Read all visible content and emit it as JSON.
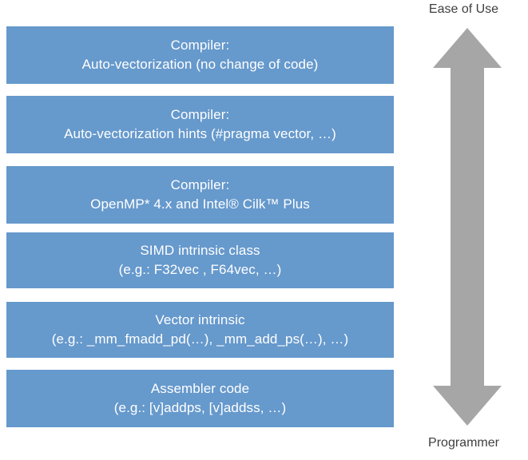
{
  "diagram": {
    "title_top": "Ease of Use",
    "title_bottom": "Programmer",
    "arrow_color": "#A6A6A6",
    "bar_color": "#6699CC",
    "bar_text_color": "#FFFFFF",
    "label_text_color": "#3F3F3F",
    "levels": [
      {
        "id": "auto-vectorization",
        "line1": "Compiler:",
        "line2": "Auto-vectorization (no change of code)"
      },
      {
        "id": "auto-vectorization-hints",
        "line1": "Compiler:",
        "line2": "Auto-vectorization hints (#pragma vector, …)"
      },
      {
        "id": "openmp-cilk-plus",
        "line1": "Compiler:",
        "line2": "OpenMP* 4.x and Intel® Cilk™ Plus"
      },
      {
        "id": "simd-intrinsic-class",
        "line1": "SIMD intrinsic class",
        "line2": "(e.g.: F32vec , F64vec, …)"
      },
      {
        "id": "vector-intrinsic",
        "line1": "Vector intrinsic",
        "line2": "(e.g.: _mm_fmadd_pd(…), _mm_add_ps(…), …)"
      },
      {
        "id": "assembler-code",
        "line1": "Assembler code",
        "line2": "(e.g.: [v]addps, [v]addss, …)"
      }
    ]
  }
}
